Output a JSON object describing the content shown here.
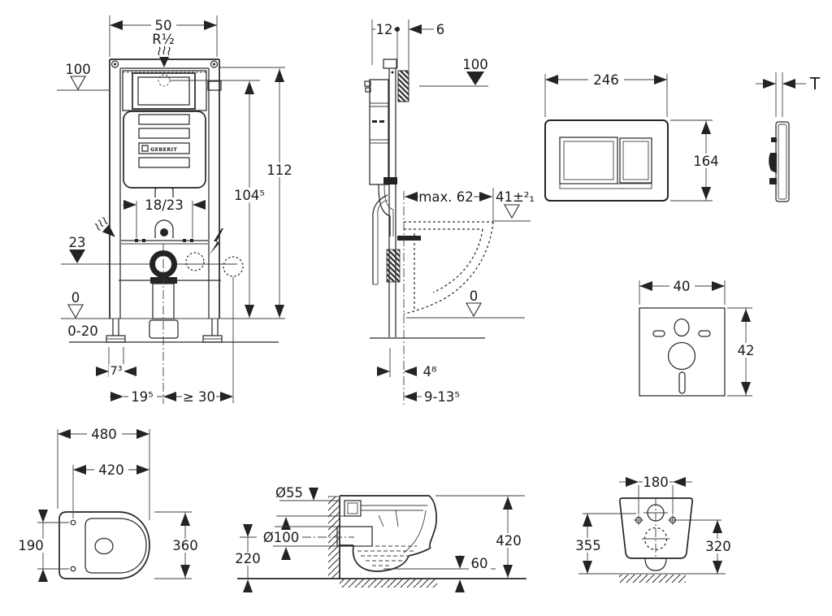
{
  "frame_front": {
    "width": "50",
    "thread": "R½",
    "level100": "100",
    "height112": "112",
    "height104": "104⁵",
    "span1823": "18/23",
    "level23": "23",
    "level0": "0",
    "range020": "0-20",
    "dim73": "7³",
    "dim195": "19⁵",
    "dim30": "≥ 30",
    "brand": "GEBERIT"
  },
  "frame_side": {
    "dim12": "12",
    "dim6": "6",
    "level100": "100",
    "max62": "max. 62",
    "tol41": "41±²₁",
    "level0": "0",
    "dim48": "4⁸",
    "range913": "9-13⁵"
  },
  "flush_plate": {
    "width": "246",
    "height": "164",
    "thickness": "T"
  },
  "sound_pad": {
    "width": "40",
    "height": "42"
  },
  "bowl_top": {
    "length": "480",
    "inner": "420",
    "holes": "190",
    "width": "360"
  },
  "bowl_side": {
    "inlet": "Ø55",
    "outlet": "Ø100",
    "outlet_h": "220",
    "height": "420",
    "gap": "60"
  },
  "bowl_rear": {
    "holes": "180",
    "left_h": "355",
    "right_h": "320"
  }
}
